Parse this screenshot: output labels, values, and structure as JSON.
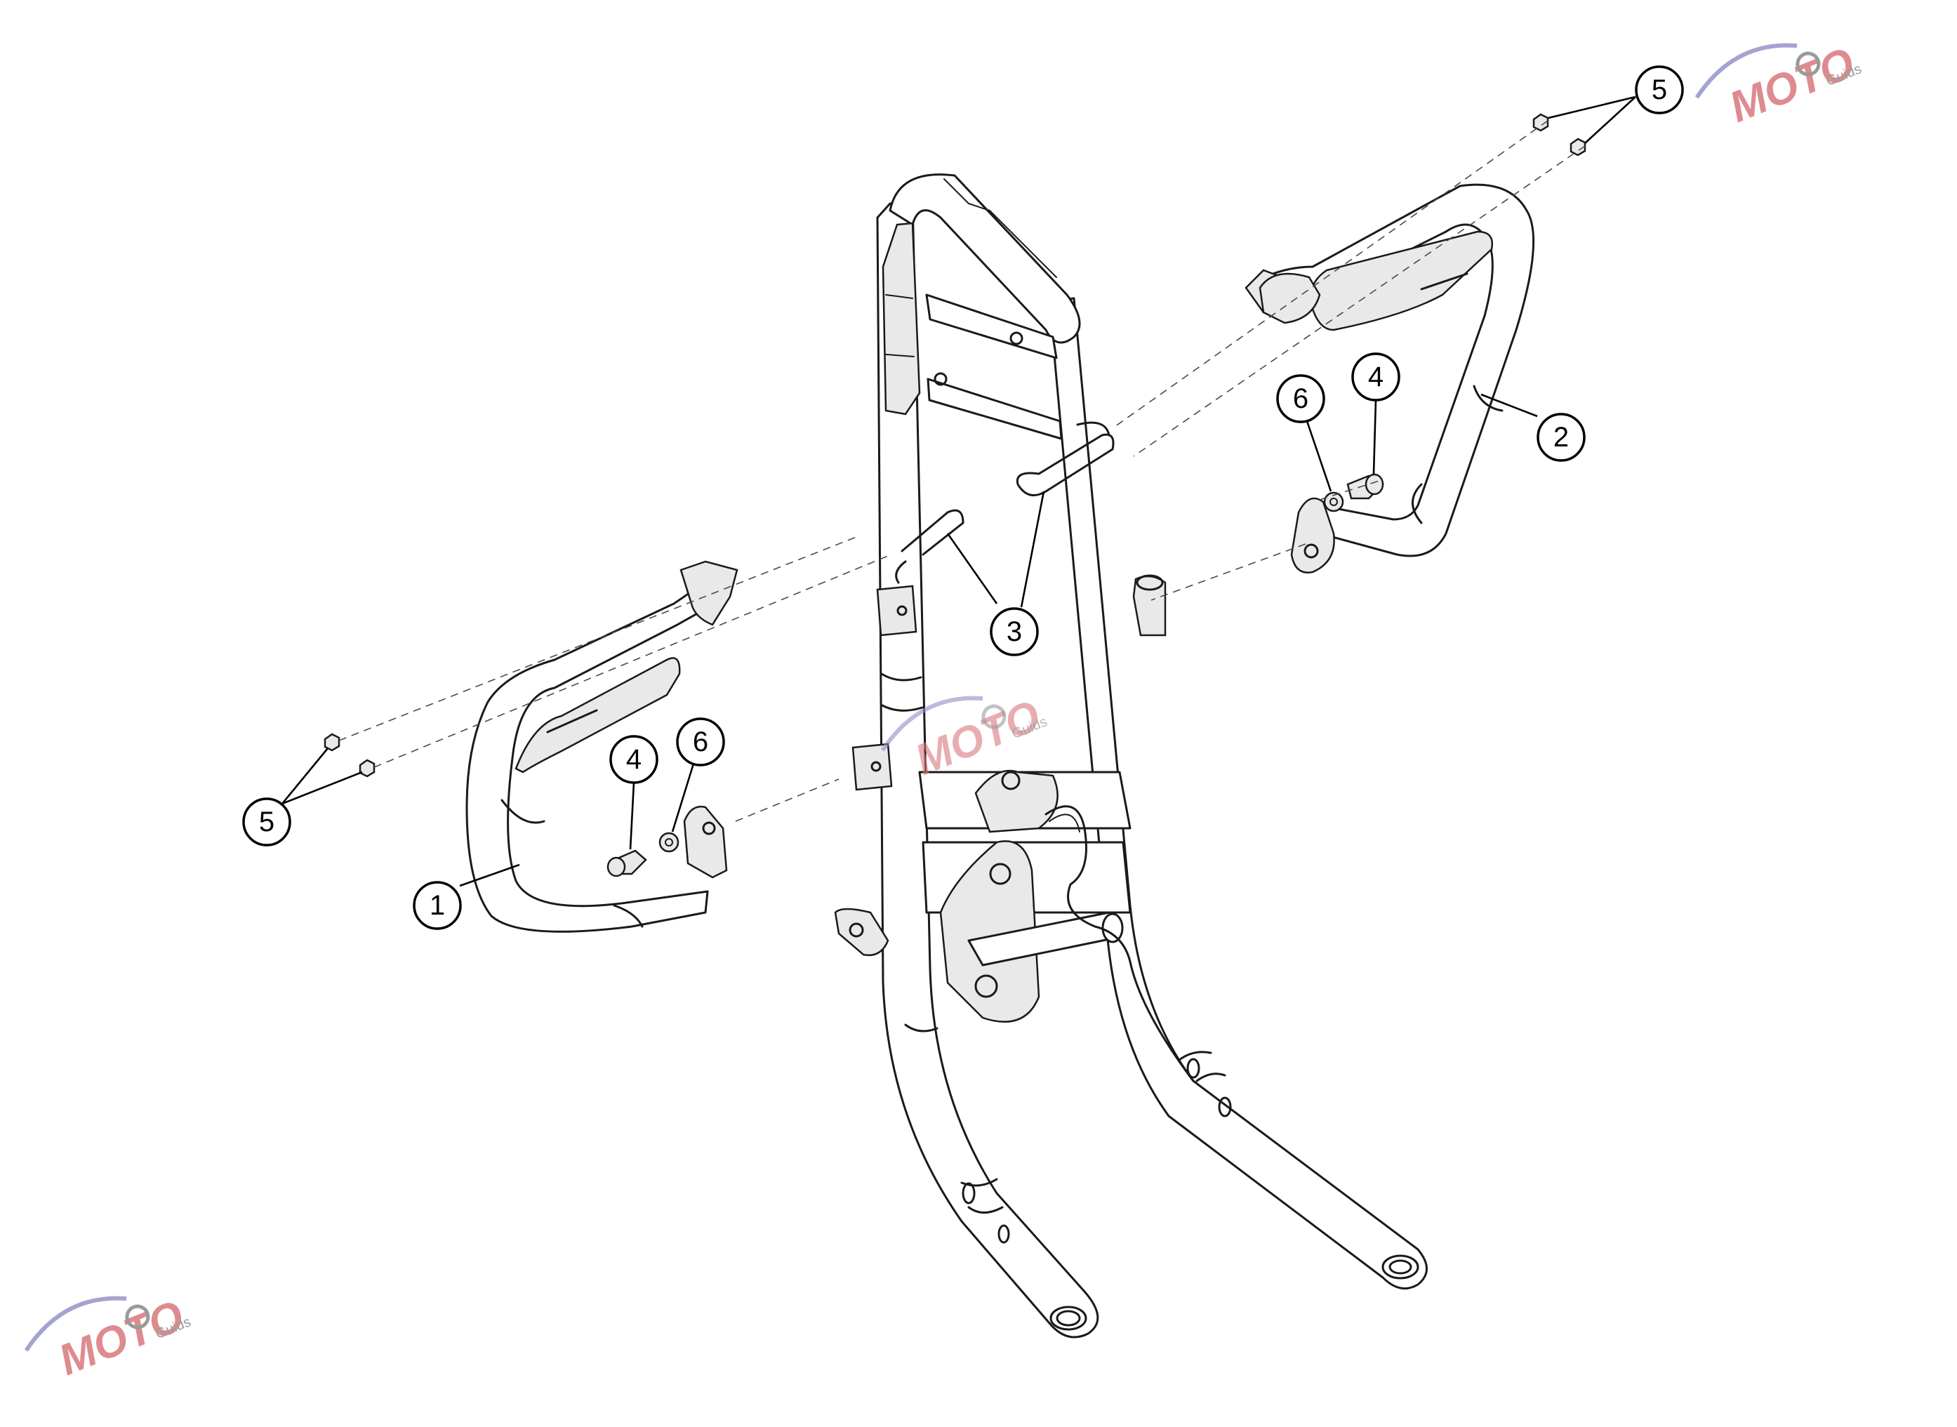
{
  "diagram": {
    "callouts": [
      {
        "id": "callout-1",
        "label": "1"
      },
      {
        "id": "callout-2",
        "label": "2"
      },
      {
        "id": "callout-3",
        "label": "3"
      },
      {
        "id": "callout-4-left",
        "label": "4"
      },
      {
        "id": "callout-4-right",
        "label": "4"
      },
      {
        "id": "callout-5-left",
        "label": "5"
      },
      {
        "id": "callout-5-right",
        "label": "5"
      },
      {
        "id": "callout-6-left",
        "label": "6"
      },
      {
        "id": "callout-6-right",
        "label": "6"
      }
    ]
  },
  "watermarks": [
    {
      "brand": "MOTO",
      "sub": "Guids"
    },
    {
      "brand": "MOTO",
      "sub": "Guids"
    },
    {
      "brand": "MOTO",
      "sub": "Guids"
    }
  ],
  "colors": {
    "line": "#1a1a1a",
    "watermark_red": "#d9777d",
    "watermark_blue": "#8f8cc6",
    "watermark_gray": "#9a9a9a"
  }
}
